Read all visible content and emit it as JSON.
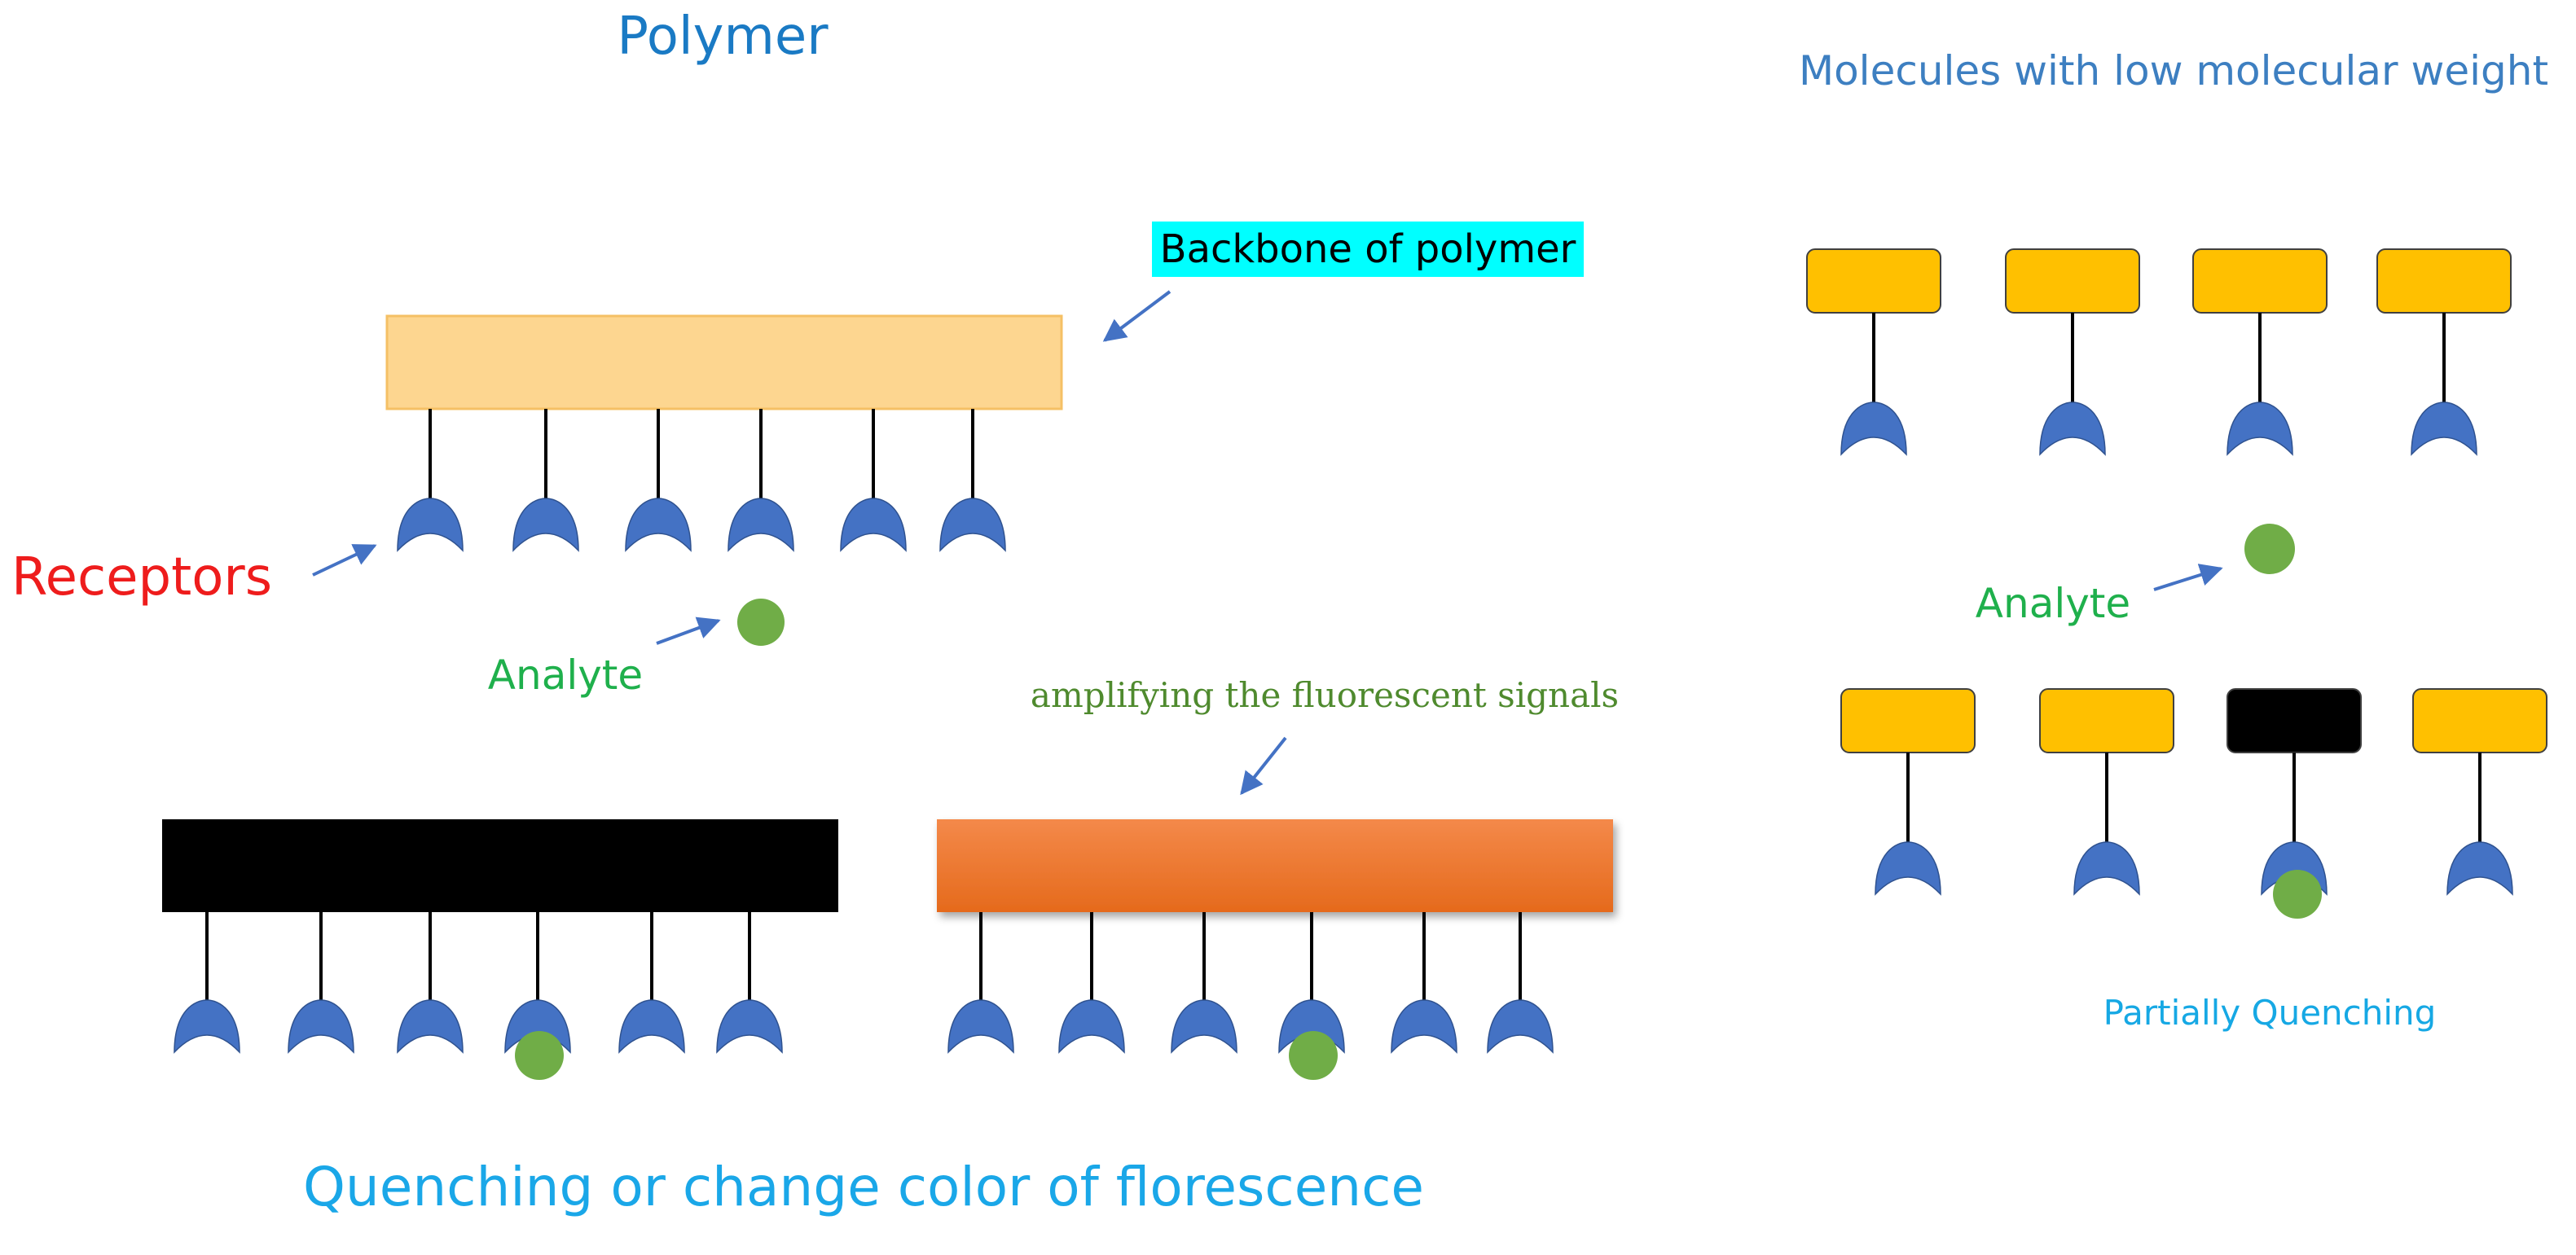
{
  "titles": {
    "polymer": "Polymer",
    "small_molecules": "Molecules with low molecular weight",
    "quenching": "Quenching or change color of florescence",
    "partial": "Partially Quenching"
  },
  "labels": {
    "backbone": "Backbone of polymer",
    "receptors": "Receptors",
    "analyte_polymer": "Analyte",
    "analyte_molecules": "Analyte",
    "amplifying": "amplifying the fluorescent signals"
  },
  "colors": {
    "title_blue": "#1a7ac4",
    "molecules_title": "#3d7fc1",
    "quench_title": "#1aa7e8",
    "partial": "#16a8e4",
    "receptors_red": "#ee1c1c",
    "analyte_green": "#1fb04c",
    "amplify_green": "#4f8a2e",
    "backbone_fill": "#fdd690",
    "backbone_stroke": "#f5c065",
    "backbone_tag": "#00ffff",
    "receptor_blue": "#4472c4",
    "receptor_dark": "#2f528f",
    "analyte_dot": "#70ad47",
    "quenched_black": "#000000",
    "orange_top": "#f4894a",
    "orange_bottom": "#e56a1c",
    "yellow_unit": "#ffc000",
    "arrow": "#4472c4"
  }
}
